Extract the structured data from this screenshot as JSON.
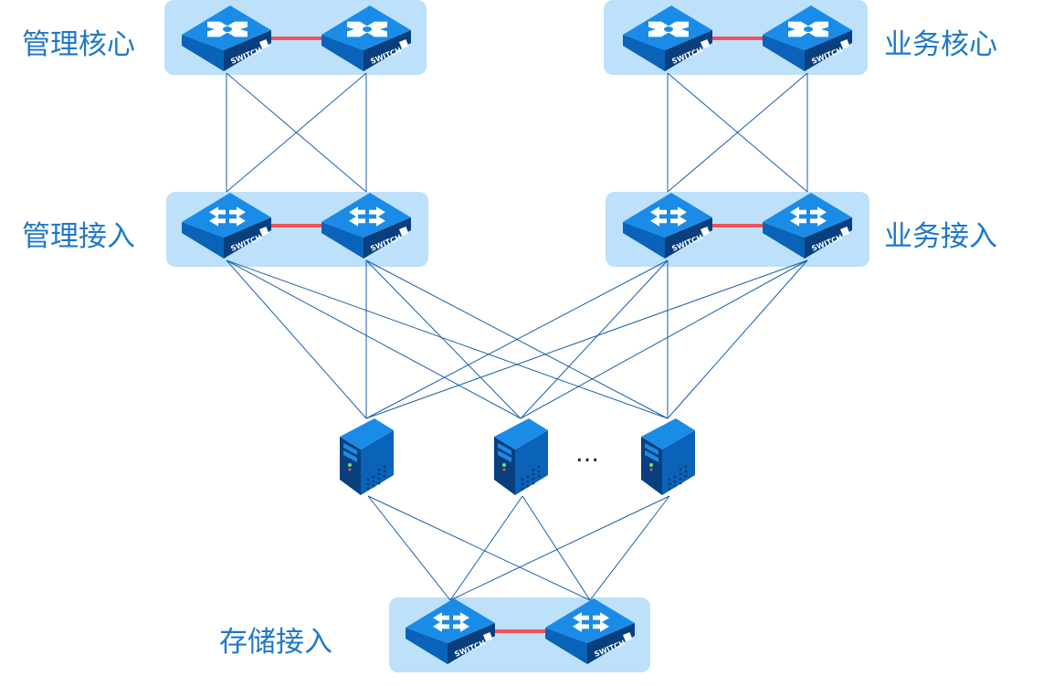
{
  "labels": {
    "mgmt_core": "管理核心",
    "biz_core": "业务核心",
    "mgmt_access": "管理接入",
    "biz_access": "业务接入",
    "storage_access": "存储接入"
  },
  "switch_text": "SWITCH",
  "ellipsis": "…",
  "colors": {
    "panel": "#bde0fb",
    "line": "#1b5fa8",
    "stack_link": "#f0525a",
    "device_top": "#1a8ce8",
    "device_side": "#0a63b8",
    "device_dark": "#083f7c",
    "label": "#1f78c8"
  }
}
